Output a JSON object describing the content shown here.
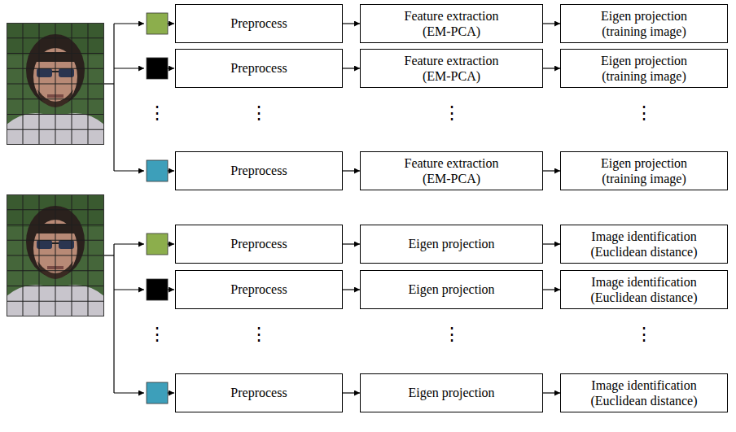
{
  "diagram": {
    "nodes": [
      {
        "text": [
          "Preprocess"
        ]
      },
      {
        "text": [
          "Feature extraction (EM-PCA)"
        ]
      },
      {
        "text": [
          "Eigen projection (training image)"
        ]
      },
      {
        "text": [
          "Preprocess"
        ]
      },
      {
        "text": [
          "Feature extraction (EM-PCA)"
        ]
      },
      {
        "text": [
          "Eigen projection (training image)"
        ]
      },
      {
        "text": [
          "Preprocess"
        ]
      },
      {
        "text": [
          "Feature extraction (EM-PCA)"
        ]
      },
      {
        "text": [
          "Eigen projection (training image)"
        ]
      },
      {
        "text": [
          "Preprocess"
        ]
      },
      {
        "text": [
          "Eigen projection"
        ]
      },
      {
        "text": [
          "Image identification (Euclidean distance)"
        ]
      },
      {
        "text": [
          "Preprocess"
        ]
      },
      {
        "text": [
          "Eigen projection"
        ]
      },
      {
        "text": [
          "Image identification (Euclidean distance)"
        ]
      },
      {
        "text": [
          "Preprocess"
        ]
      },
      {
        "text": [
          "Eigen projection"
        ]
      },
      {
        "text": [
          "Image identification (Euclidean distance)"
        ]
      }
    ],
    "edges": [
      {
        "from": 0,
        "to": 1,
        "arrow": "to"
      },
      {
        "from": 1,
        "to": 2,
        "arrow": "to"
      },
      {
        "from": 3,
        "to": 4,
        "arrow": "to"
      },
      {
        "from": 4,
        "to": 5,
        "arrow": "to"
      },
      {
        "from": 6,
        "to": 7,
        "arrow": "to"
      },
      {
        "from": 7,
        "to": 8,
        "arrow": "to"
      },
      {
        "from": 9,
        "to": 10,
        "arrow": "to"
      },
      {
        "from": 10,
        "to": 11,
        "arrow": "to"
      },
      {
        "from": 12,
        "to": 13,
        "arrow": "to"
      },
      {
        "from": 13,
        "to": 14,
        "arrow": "to"
      },
      {
        "from": 15,
        "to": 16,
        "arrow": "to"
      },
      {
        "from": 16,
        "to": 17,
        "arrow": "to"
      }
    ],
    "labels": [
      "⋮",
      "⋮",
      "⋮",
      "⋮",
      "⋮",
      "⋮",
      "⋮",
      "⋮"
    ]
  }
}
